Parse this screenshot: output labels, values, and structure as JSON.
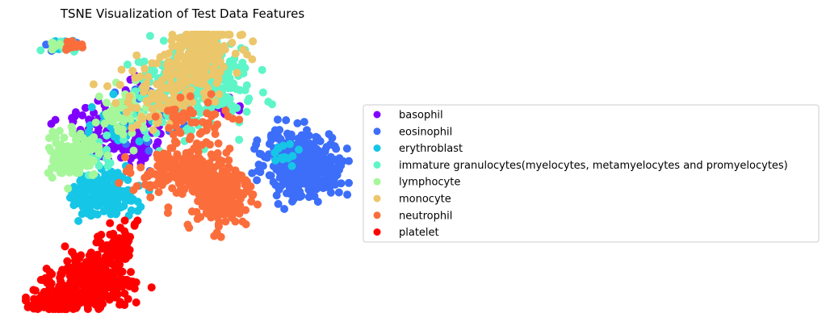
{
  "chart_data": {
    "type": "scatter",
    "title": "TSNE Visualization of Test Data Features",
    "xlabel": "",
    "ylabel": "",
    "axes_visible": false,
    "grid": false,
    "legend_position": "right",
    "xlim": [
      0,
      100
    ],
    "ylim": [
      0,
      100
    ],
    "series": [
      {
        "name": "basophil",
        "color": "#8000ff",
        "clusters": [
          {
            "cx": 30,
            "cy": 62,
            "sx": 6,
            "sy": 5,
            "n": 90
          },
          {
            "cx": 20,
            "cy": 68,
            "sx": 5,
            "sy": 4,
            "n": 40
          },
          {
            "cx": 36,
            "cy": 82,
            "sx": 3,
            "sy": 3,
            "n": 15
          },
          {
            "cx": 63,
            "cy": 72,
            "sx": 3,
            "sy": 2,
            "n": 12
          }
        ]
      },
      {
        "name": "eosinophil",
        "color": "#3c6ef9",
        "clusters": [
          {
            "cx": 87,
            "cy": 52,
            "sx": 6,
            "sy": 6,
            "n": 340
          },
          {
            "cx": 80,
            "cy": 60,
            "sx": 3,
            "sy": 3,
            "n": 40
          },
          {
            "cx": 40,
            "cy": 70,
            "sx": 8,
            "sy": 6,
            "n": 30
          },
          {
            "cx": 10,
            "cy": 96,
            "sx": 2,
            "sy": 1,
            "n": 10
          }
        ]
      },
      {
        "name": "erythroblast",
        "color": "#16c6e6",
        "clusters": [
          {
            "cx": 24,
            "cy": 42,
            "sx": 5,
            "sy": 4,
            "n": 170
          },
          {
            "cx": 12,
            "cy": 96,
            "sx": 3,
            "sy": 1,
            "n": 25
          },
          {
            "cx": 80,
            "cy": 56,
            "sx": 2,
            "sy": 2,
            "n": 15
          },
          {
            "cx": 28,
            "cy": 68,
            "sx": 6,
            "sy": 4,
            "n": 30
          }
        ]
      },
      {
        "name": "immature granulocytes(myelocytes, metamyelocytes and promyelocytes)",
        "color": "#5ef5c8",
        "clusters": [
          {
            "cx": 50,
            "cy": 80,
            "sx": 9,
            "sy": 8,
            "n": 260
          },
          {
            "cx": 58,
            "cy": 86,
            "sx": 5,
            "sy": 5,
            "n": 80
          },
          {
            "cx": 12,
            "cy": 96,
            "sx": 3,
            "sy": 1,
            "n": 15
          },
          {
            "cx": 22,
            "cy": 56,
            "sx": 3,
            "sy": 3,
            "n": 20
          }
        ]
      },
      {
        "name": "lymphocyte",
        "color": "#a6f79a",
        "clusters": [
          {
            "cx": 15,
            "cy": 56,
            "sx": 4,
            "sy": 4,
            "n": 140
          },
          {
            "cx": 30,
            "cy": 70,
            "sx": 6,
            "sy": 4,
            "n": 50
          },
          {
            "cx": 12,
            "cy": 96,
            "sx": 2,
            "sy": 1,
            "n": 10
          }
        ]
      },
      {
        "name": "monocyte",
        "color": "#ecc66a",
        "clusters": [
          {
            "cx": 55,
            "cy": 96,
            "sx": 5,
            "sy": 4,
            "n": 140
          },
          {
            "cx": 48,
            "cy": 84,
            "sx": 7,
            "sy": 5,
            "n": 110
          },
          {
            "cx": 40,
            "cy": 74,
            "sx": 7,
            "sy": 5,
            "n": 50
          }
        ]
      },
      {
        "name": "neutrophil",
        "color": "#fb6e3c",
        "clusters": [
          {
            "cx": 60,
            "cy": 42,
            "sx": 5,
            "sy": 7,
            "n": 250
          },
          {
            "cx": 47,
            "cy": 50,
            "sx": 6,
            "sy": 4,
            "n": 170
          },
          {
            "cx": 52,
            "cy": 68,
            "sx": 6,
            "sy": 5,
            "n": 50
          },
          {
            "cx": 14,
            "cy": 96,
            "sx": 1.5,
            "sy": 1,
            "n": 15
          }
        ]
      },
      {
        "name": "platelet",
        "color": "#ff0000",
        "clusters": [
          {
            "cx": 20,
            "cy": 10,
            "sx": 6,
            "sy": 5,
            "n": 300
          },
          {
            "cx": 10,
            "cy": 3,
            "sx": 4,
            "sy": 2,
            "n": 100
          },
          {
            "cx": 28,
            "cy": 22,
            "sx": 3,
            "sy": 5,
            "n": 60
          }
        ]
      }
    ]
  }
}
